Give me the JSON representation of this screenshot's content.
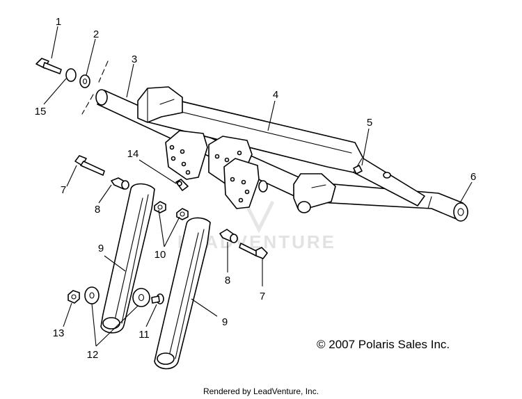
{
  "watermark": "LEADVENTURE",
  "copyright": "© 2007 Polaris Sales Inc.",
  "footer": "Rendered by LeadVenture, Inc.",
  "callouts": [
    {
      "id": "c1",
      "text": "1"
    },
    {
      "id": "c2",
      "text": "2"
    },
    {
      "id": "c3",
      "text": "3"
    },
    {
      "id": "c4",
      "text": "4"
    },
    {
      "id": "c5",
      "text": "5"
    },
    {
      "id": "c6",
      "text": "6"
    },
    {
      "id": "c7a",
      "text": "7"
    },
    {
      "id": "c7b",
      "text": "7"
    },
    {
      "id": "c8a",
      "text": "8"
    },
    {
      "id": "c8b",
      "text": "8"
    },
    {
      "id": "c9a",
      "text": "9"
    },
    {
      "id": "c9b",
      "text": "9"
    },
    {
      "id": "c10",
      "text": "10"
    },
    {
      "id": "c11",
      "text": "11"
    },
    {
      "id": "c12",
      "text": "12"
    },
    {
      "id": "c13",
      "text": "13"
    },
    {
      "id": "c14",
      "text": "14"
    },
    {
      "id": "c15",
      "text": "15"
    }
  ]
}
